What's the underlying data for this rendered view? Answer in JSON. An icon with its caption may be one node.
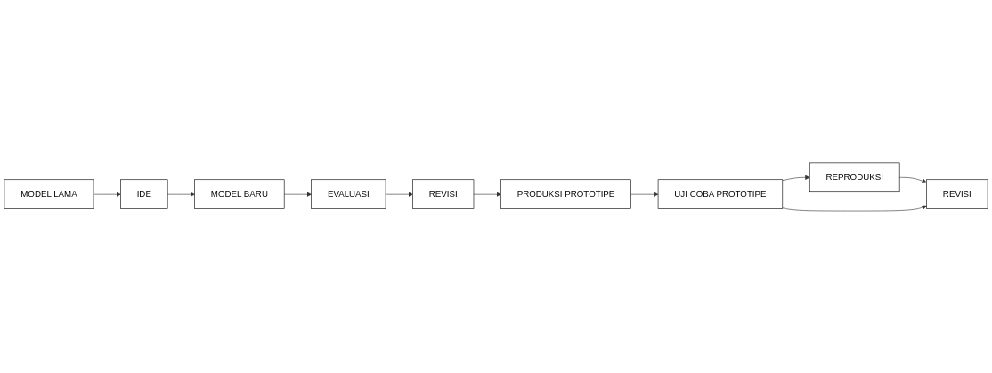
{
  "diagram": {
    "nodes": [
      {
        "text": [
          "MODEL LAMA"
        ]
      },
      {
        "text": [
          "IDE"
        ]
      },
      {
        "text": [
          "MODEL BARU"
        ]
      },
      {
        "text": [
          "EVALUASI"
        ]
      },
      {
        "text": [
          "REVISI"
        ]
      },
      {
        "text": [
          "REVISI"
        ]
      },
      {
        "text": [
          "REPRODUKSI"
        ]
      },
      {
        "text": [
          "UJI COBA PROTOTIPE"
        ]
      },
      {
        "text": [
          "PRODUKSI PROTOTIPE"
        ]
      }
    ],
    "edges": [
      {
        "from": 0,
        "to": 1,
        "arrow": "to"
      },
      {
        "from": 1,
        "to": 2,
        "arrow": "to"
      },
      {
        "from": 2,
        "to": 3,
        "arrow": "to"
      },
      {
        "from": 3,
        "to": 5,
        "arrow": "to"
      },
      {
        "from": 5,
        "to": 8,
        "arrow": "to"
      },
      {
        "from": 8,
        "to": 7,
        "arrow": "to"
      },
      {
        "from": 7,
        "to": 6,
        "arrow": "to"
      },
      {
        "from": 6,
        "to": 4,
        "arrow": "to"
      },
      {
        "from": 7,
        "to": 4,
        "arrow": "to"
      }
    ]
  }
}
